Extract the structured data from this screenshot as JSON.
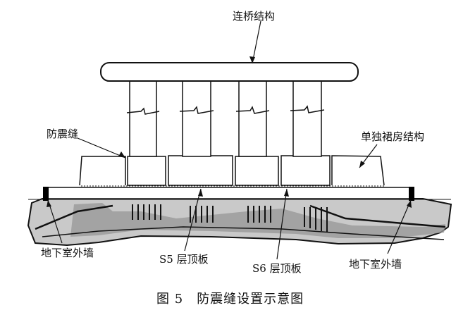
{
  "labels": {
    "bridge": "连桥结构",
    "seismic_joint": "防震缝",
    "podium": "单独裙房结构",
    "basement_wall_left": "地下室外墙",
    "s5_slab": "S5 层顶板",
    "s6_slab": "S6 层顶板",
    "basement_wall_right": "地下室外墙"
  },
  "caption": {
    "number": "图 5",
    "title": "防震缝设置示意图"
  },
  "colors": {
    "ink": "#111111",
    "soil": "#9a9a9a",
    "soil_light": "#c8c8c8"
  }
}
